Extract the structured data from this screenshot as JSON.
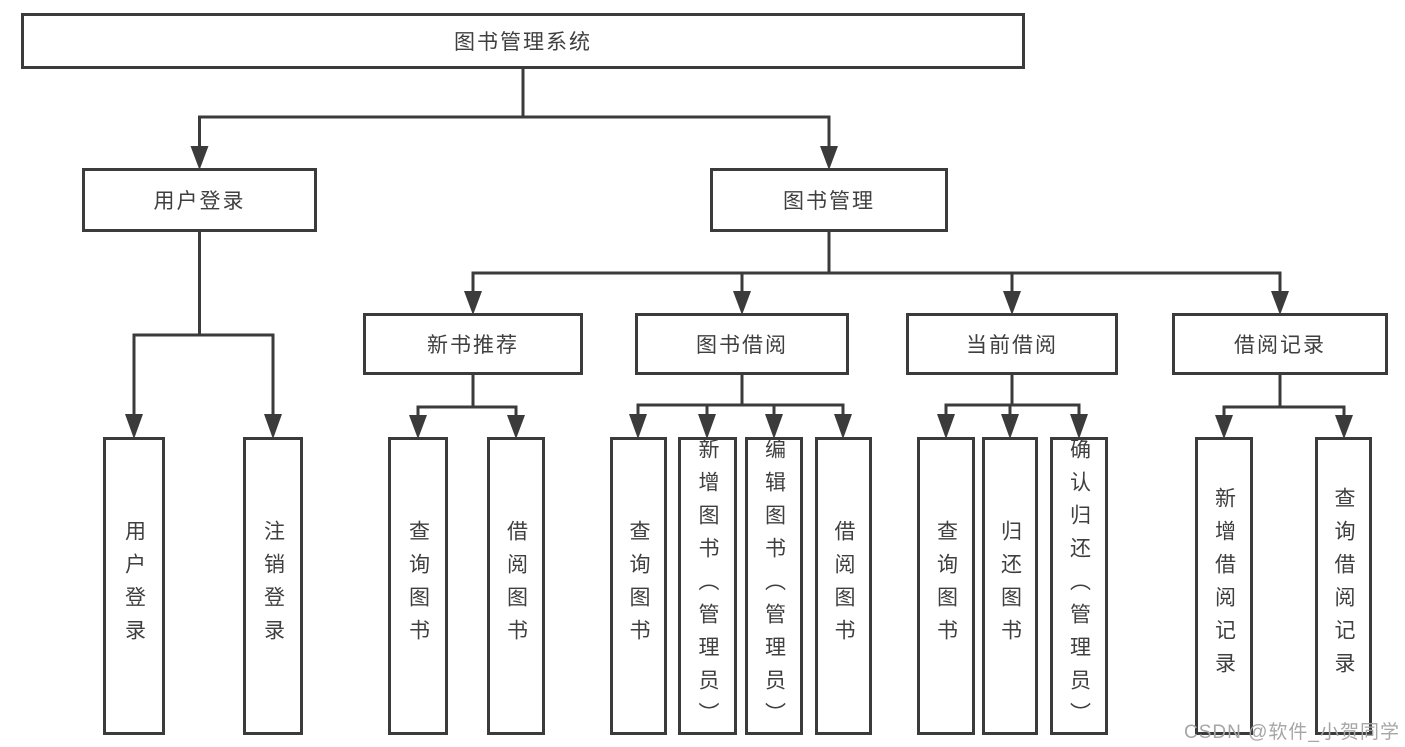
{
  "diagram_type": "hierarchy-flowchart",
  "colors": {
    "background": "#ffffff",
    "line": "#3b3b3b",
    "box_border": "#3b3b3b",
    "text": "#3f3f3f",
    "watermark": "#a6a6a6"
  },
  "watermark": {
    "text": "CSDN @软件_小贺同学"
  },
  "tree": {
    "root": {
      "label": "图书管理系统",
      "children": [
        {
          "label": "用户登录",
          "children": [
            {
              "label": "用户登录"
            },
            {
              "label": "注销登录"
            }
          ]
        },
        {
          "label": "图书管理",
          "children": [
            {
              "label": "新书推荐",
              "children": [
                {
                  "label": "查询图书"
                },
                {
                  "label": "借阅图书"
                }
              ]
            },
            {
              "label": "图书借阅",
              "children": [
                {
                  "label": "查询图书"
                },
                {
                  "label": "新增图书（管理员）"
                },
                {
                  "label": "编辑图书（管理员）"
                },
                {
                  "label": "借阅图书"
                }
              ]
            },
            {
              "label": "当前借阅",
              "children": [
                {
                  "label": "查询图书"
                },
                {
                  "label": "归还图书"
                },
                {
                  "label": "确认归还（管理员）"
                }
              ]
            },
            {
              "label": "借阅记录",
              "children": [
                {
                  "label": "新增借阅记录"
                },
                {
                  "label": "查询借阅记录"
                }
              ]
            }
          ]
        }
      ]
    }
  }
}
